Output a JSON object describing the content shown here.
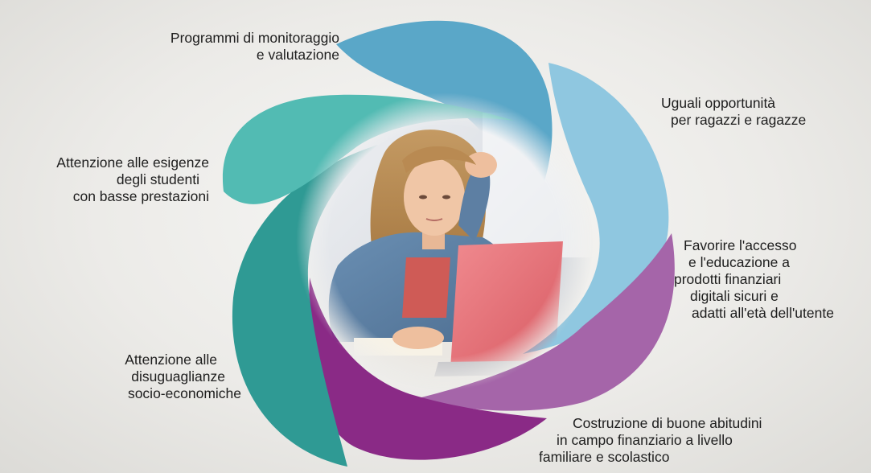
{
  "colors": {
    "petal_monitoring": "#5aa7c8",
    "petal_equal": "#8fc7e0",
    "petal_access": "#a565a9",
    "petal_habits": "#8a2a86",
    "petal_inequality": "#2f9a94",
    "petal_lowperf": "#52bbb3"
  },
  "center_photo": {
    "icon": "student-at-laptop-photo"
  },
  "labels": {
    "monitoring": [
      "Programmi di monitoraggio",
      "e valutazione"
    ],
    "equal": [
      "Uguali opportunità",
      "per ragazzi e ragazze"
    ],
    "lowperf": [
      "Attenzione alle esigenze",
      "degli studenti",
      "con basse prestazioni"
    ],
    "access": [
      "Favorire l'accesso",
      "e l'educazione a",
      "prodotti finanziari",
      "digitali sicuri e",
      "adatti all'età dell'utente"
    ],
    "inequality": [
      "Attenzione alle",
      "disuguaglianze",
      "socio-economiche"
    ],
    "habits": [
      "Costruzione di buone abitudini",
      "in campo finanziario a livello",
      "familiare e scolastico"
    ]
  }
}
